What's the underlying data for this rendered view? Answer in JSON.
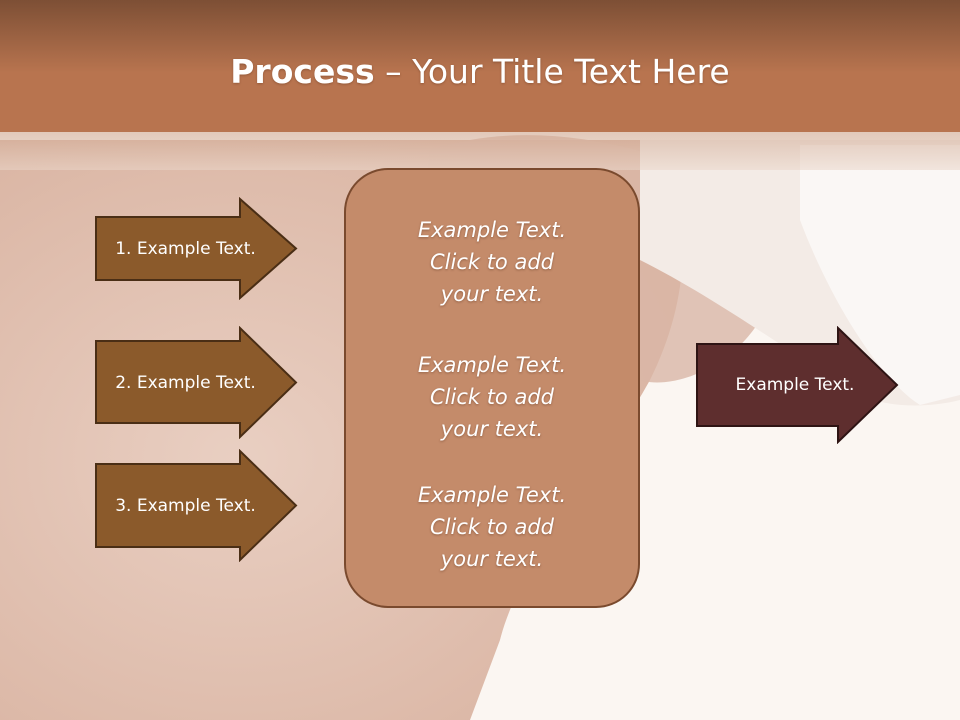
{
  "slide": {
    "title_bold": "Process",
    "title_rest": " – Your Title Text Here"
  },
  "steps": [
    {
      "label": "1. Example Text."
    },
    {
      "label": "2. Example Text."
    },
    {
      "label": "3. Example Text."
    }
  ],
  "center_box": {
    "blocks": [
      {
        "line1": "Example Text.",
        "line2": "Click  to add",
        "line3": "your text."
      },
      {
        "line1": "Example Text.",
        "line2": "Click  to add",
        "line3": "your text."
      },
      {
        "line1": "Example Text.",
        "line2": "Click  to add",
        "line3": "your text."
      }
    ]
  },
  "result": {
    "label": "Example Text."
  },
  "colors": {
    "header_band": "#b5714f",
    "step_arrow_fill": "#8b5a2b",
    "center_box_fill": "#c48b6a",
    "result_arrow_fill": "#5e2e2e"
  }
}
